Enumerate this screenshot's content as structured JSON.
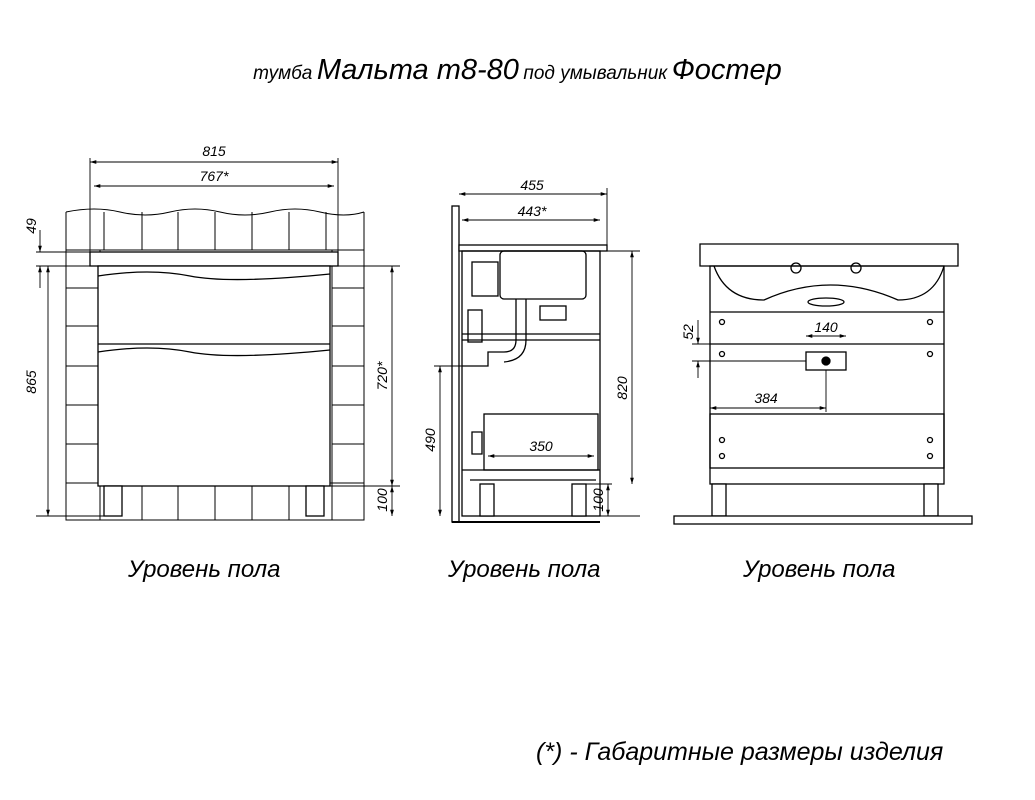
{
  "title": {
    "part1": "тумба",
    "part2": "Мальта т8-80",
    "part3": "под умывальник",
    "part4": "Фостер"
  },
  "front_view": {
    "width_total": "815",
    "width_inner": "767*",
    "top_thickness": "49",
    "height_total": "865",
    "height_body": "720*",
    "leg_height": "100"
  },
  "side_view": {
    "depth_total": "455",
    "depth_inner": "443*",
    "height_body": "820",
    "height_drain": "490",
    "drawer_depth": "350",
    "leg_height": "100"
  },
  "back_view": {
    "gap": "52",
    "mount_width": "140",
    "offset": "384"
  },
  "floor_label": "Уровень пола",
  "note": "(*) - Габаритные размеры изделия"
}
